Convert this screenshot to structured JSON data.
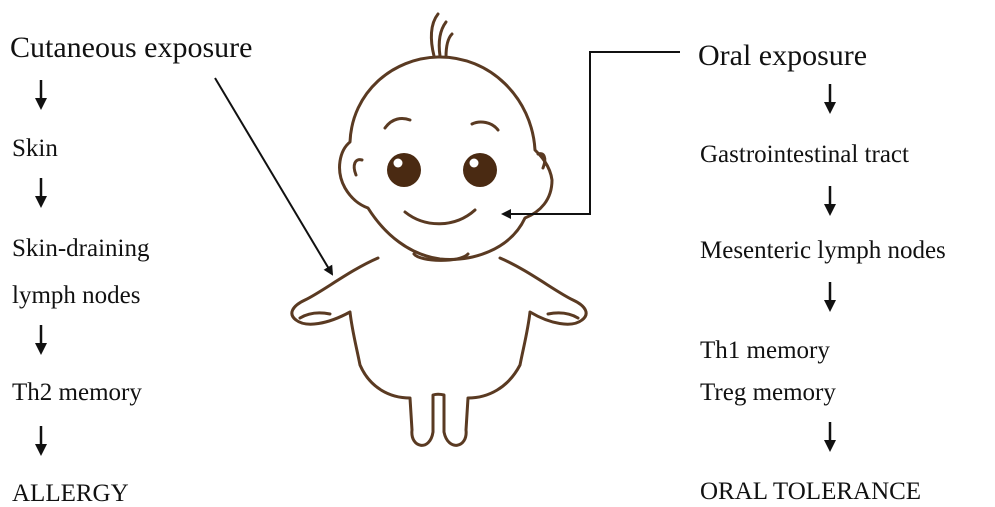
{
  "left_pathway": {
    "steps": [
      "Cutaneous exposure",
      "Skin",
      "Skin-draining",
      "lymph nodes",
      "Th2 memory",
      "ALLERGY"
    ]
  },
  "right_pathway": {
    "steps": [
      "Oral exposure",
      "Gastrointestinal tract",
      "Mesenteric lymph nodes",
      "Th1 memory",
      "Treg memory",
      "ORAL TOLERANCE"
    ]
  },
  "colors": {
    "text": "#111111",
    "outline": "#5a3a22",
    "eye": "#4a2a12",
    "arrow": "#111111"
  },
  "icons": [
    "down-arrow-icon",
    "baby-figure"
  ]
}
